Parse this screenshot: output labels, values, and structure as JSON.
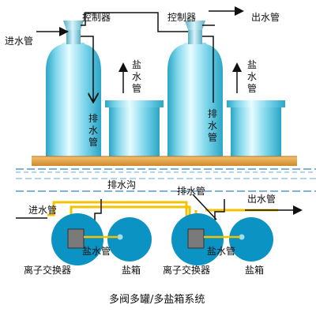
{
  "title": "多阀多罐/多盐箱系统",
  "labels": {
    "controller_left": "控制器",
    "controller_right": "控制器",
    "outlet_top": "出水管",
    "inlet_top": "进水管",
    "brine_pipe_left": "盐水管",
    "brine_pipe_right": "盐水管",
    "drain_pipe_left": "排水管",
    "drain_pipe_right": "排水管",
    "drain_ditch": "排水沟",
    "drain_pipe_plan": "排水管",
    "outlet_plan": "出水管",
    "inlet_plan": "进水管",
    "brine_pipe_plan_left": "盐水管",
    "brine_pipe_plan_right": "盐水管",
    "ion_exchanger_left": "离子交换器",
    "salt_box_left": "盐箱",
    "ion_exchanger_right": "离子交换器",
    "salt_box_right": "盐箱"
  },
  "colors": {
    "tank_light": "#e6fbff",
    "tank_mid": "#7ed6ea",
    "tank_dark": "#2aa6c6",
    "platform": "#e3a544",
    "water_line": "#7fb4d3",
    "pipe_yellow": "#f3c200",
    "plan_circle": "#0b93c4",
    "plan_inner": "#9fdcf2",
    "valve_box": "#7a7a7a"
  }
}
